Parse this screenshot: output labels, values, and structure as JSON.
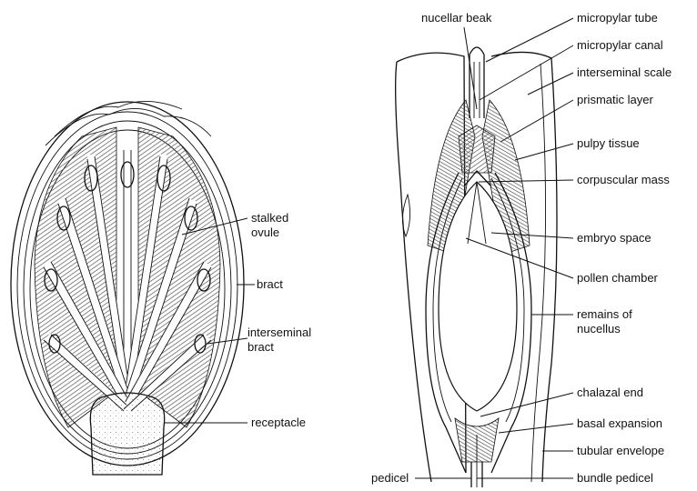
{
  "left_figure": {
    "labels": {
      "stalked_ovule": [
        "stalked",
        "ovule"
      ],
      "bract": "bract",
      "interseminal_bract": [
        "interseminal",
        "bract"
      ],
      "receptacle": "receptacle"
    }
  },
  "right_figure": {
    "labels": {
      "nucellar_beak": "nucellar beak",
      "micropylar_tube": "micropylar tube",
      "micropylar_canal": "micropylar canal",
      "interseminal_scale": "interseminal scale",
      "prismatic_layer": "prismatic layer",
      "pulpy_tissue": "pulpy tissue",
      "corpuscular_mass": "corpuscular mass",
      "embryo_space": "embryo space",
      "pollen_chamber": "pollen chamber",
      "remains_of_nucellus": [
        "remains of",
        "nucellus"
      ],
      "chalazal_end": "chalazal end",
      "basal_expansion": "basal expansion",
      "tubular_envelope": "tubular envelope",
      "pedicel": "pedicel",
      "bundle_pedicel": "bundle pedicel"
    }
  },
  "colors": {
    "ink": "#111111",
    "hatch": "#6f6f6f",
    "paper": "#ffffff"
  }
}
